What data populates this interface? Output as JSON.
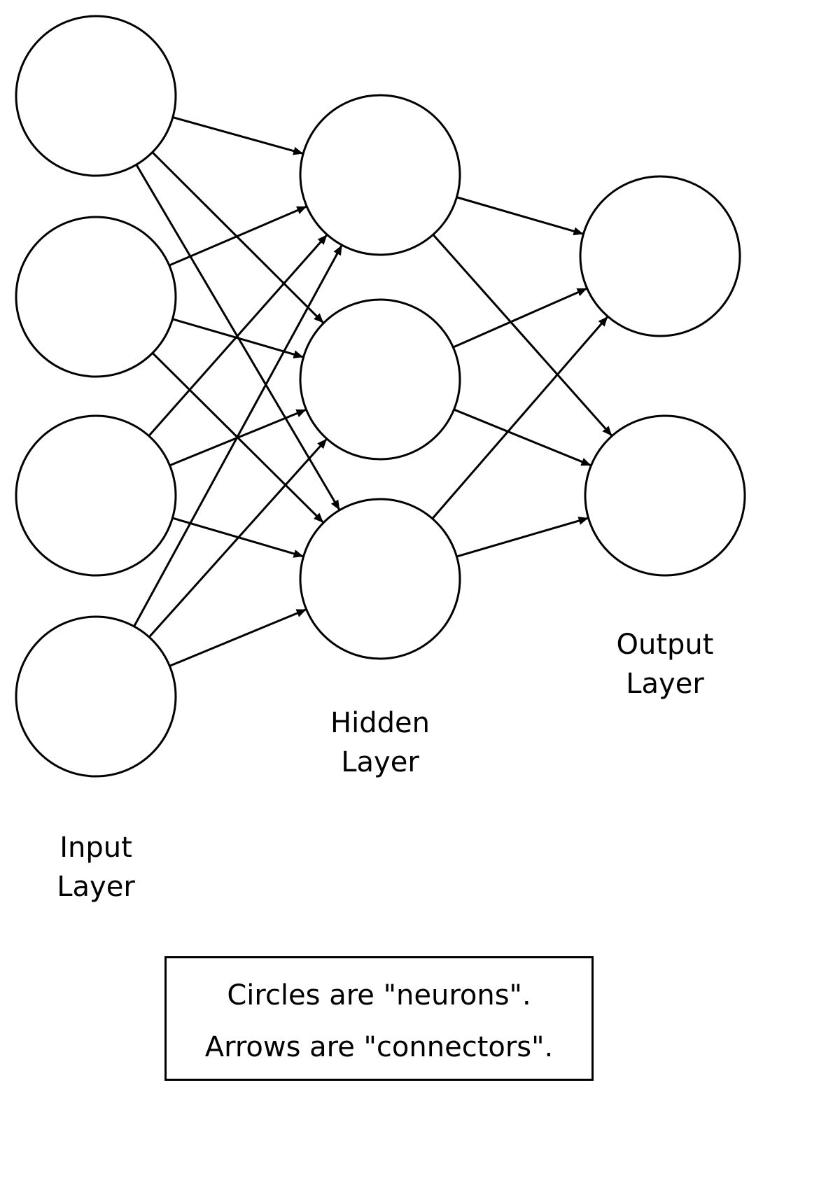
{
  "diagram": {
    "title": "Feedforward neural network",
    "stroke_color": "#000000",
    "fill_color": "#ffffff",
    "layers": [
      {
        "id": "input",
        "label_line1": "Input",
        "label_line2": "Layer",
        "neurons": 4
      },
      {
        "id": "hidden",
        "label_line1": "Hidden",
        "label_line2": "Layer",
        "neurons": 3
      },
      {
        "id": "output",
        "label_line1": "Output",
        "label_line2": "Layer",
        "neurons": 2
      }
    ],
    "connections": "fully-connected between adjacent layers"
  },
  "labels": {
    "input": {
      "line1": "Input",
      "line2": "Layer"
    },
    "hidden": {
      "line1": "Hidden",
      "line2": "Layer"
    },
    "output": {
      "line1": "Output",
      "line2": "Layer"
    }
  },
  "legend": {
    "line1": "Circles are \"neurons\".",
    "line2": "Arrows are \"connectors\"."
  }
}
